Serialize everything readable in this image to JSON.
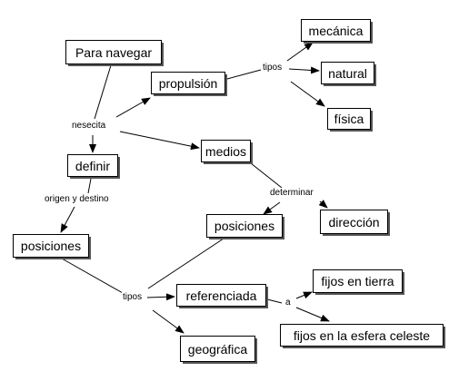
{
  "concepts": {
    "para_navegar": "Para navegar",
    "propulsion": "propulsión",
    "mecanica": "mecánica",
    "natural": "natural",
    "fisica": "física",
    "medios": "medios",
    "definir": "definir",
    "posiciones_left": "posiciones",
    "posiciones_right": "posiciones",
    "direccion": "dirección",
    "referenciada": "referenciada",
    "fijos_tierra": "fijos en tierra",
    "fijos_esfera": "fijos en la esfera celeste",
    "geografica": "geográfica"
  },
  "links": {
    "nesecita": "nesecita",
    "tipos_propulsion": "tipos",
    "determinar": "determinar",
    "origen_destino": "origen y destino",
    "tipos_posiciones": "tipos",
    "a": "a"
  },
  "colors": {
    "line": "#000000",
    "box_shadow": "#555555",
    "background": "#ffffff"
  }
}
